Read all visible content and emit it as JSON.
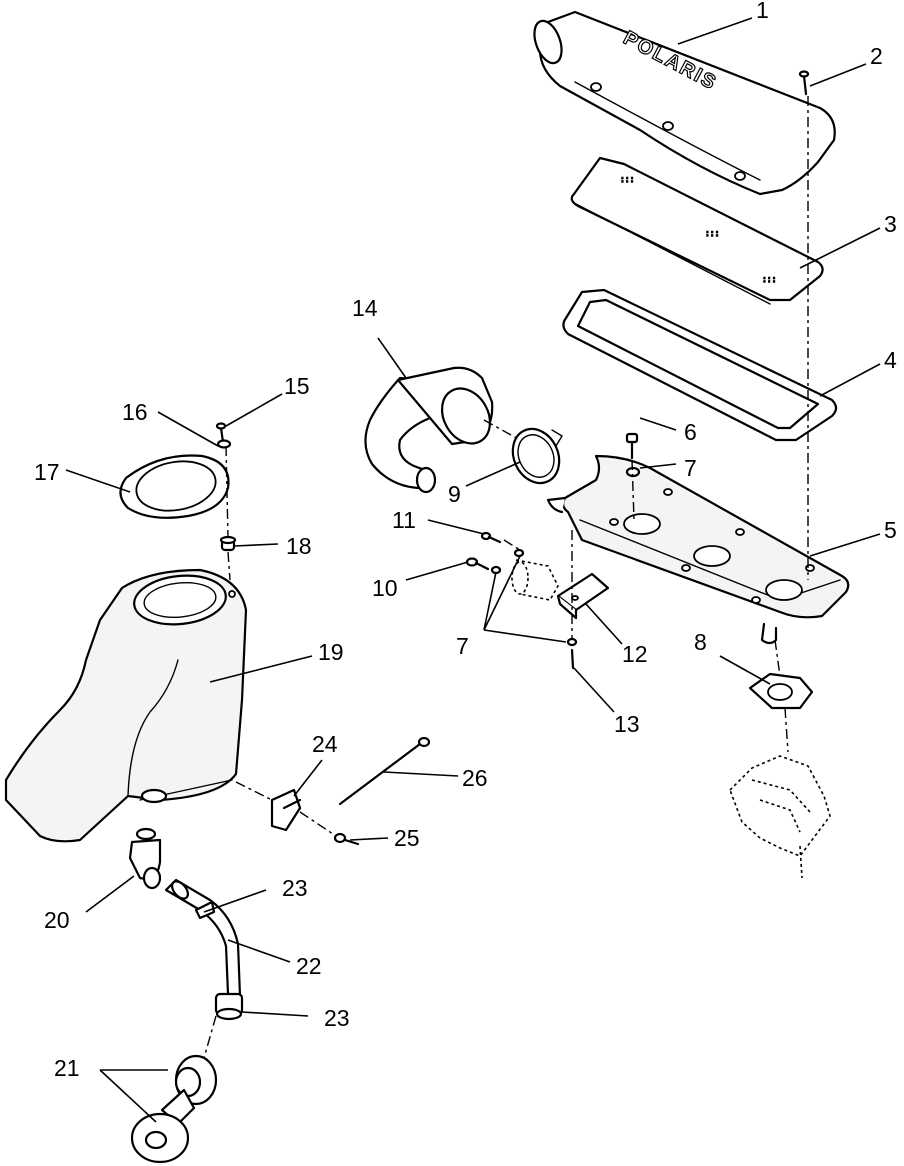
{
  "diagram": {
    "brand_text": "POLARIS",
    "callouts": {
      "c1": "1",
      "c2": "2",
      "c3": "3",
      "c4": "4",
      "c5": "5",
      "c6": "6",
      "c7a": "7",
      "c7b": "7",
      "c8": "8",
      "c9": "9",
      "c10": "10",
      "c11": "11",
      "c12": "12",
      "c13": "13",
      "c14": "14",
      "c15": "15",
      "c16": "16",
      "c17": "17",
      "c18": "18",
      "c19": "19",
      "c20": "20",
      "c21": "21",
      "c22": "22",
      "c23a": "23",
      "c23b": "23",
      "c24": "24",
      "c25": "25",
      "c26": "26"
    }
  }
}
